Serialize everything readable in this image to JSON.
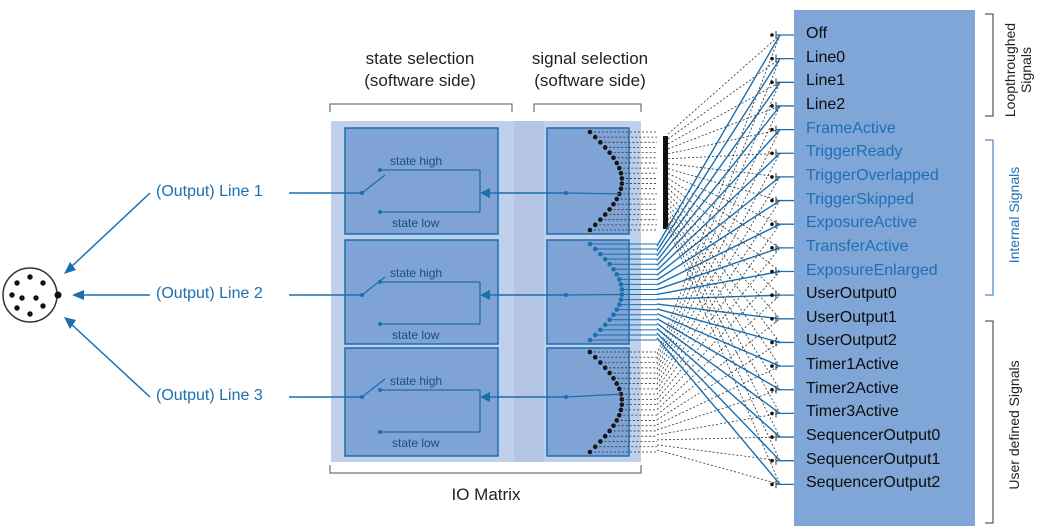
{
  "headers": {
    "state_selection": [
      "state selection",
      "(software side)"
    ],
    "signal_selection": [
      "signal selection",
      "(software side)"
    ],
    "io_matrix": "IO Matrix"
  },
  "output_lines": [
    "(Output) Line 1",
    "(Output) Line 2",
    "(Output) Line 3"
  ],
  "state_labels": {
    "high": "state high",
    "low": "state low"
  },
  "signals": [
    {
      "label": "Off",
      "group": "loop"
    },
    {
      "label": "Line0",
      "group": "loop"
    },
    {
      "label": "Line1",
      "group": "loop"
    },
    {
      "label": "Line2",
      "group": "loop"
    },
    {
      "label": "FrameActive",
      "group": "internal"
    },
    {
      "label": "TriggerReady",
      "group": "internal"
    },
    {
      "label": "TriggerOverlapped",
      "group": "internal"
    },
    {
      "label": "TriggerSkipped",
      "group": "internal"
    },
    {
      "label": "ExposureActive",
      "group": "internal"
    },
    {
      "label": "TransferActive",
      "group": "internal"
    },
    {
      "label": "ExposureEnlarged",
      "group": "internal"
    },
    {
      "label": "UserOutput0",
      "group": "user"
    },
    {
      "label": "UserOutput1",
      "group": "user"
    },
    {
      "label": "UserOutput2",
      "group": "user"
    },
    {
      "label": "Timer1Active",
      "group": "user"
    },
    {
      "label": "Timer2Active",
      "group": "user"
    },
    {
      "label": "Timer3Active",
      "group": "user"
    },
    {
      "label": "SequencerOutput0",
      "group": "user"
    },
    {
      "label": "SequencerOutput1",
      "group": "user"
    },
    {
      "label": "SequencerOutput2",
      "group": "user"
    }
  ],
  "groups": {
    "loop": [
      "Loopthroughed",
      "Signals"
    ],
    "internal": "Internal Signals",
    "user": "User defined Signals"
  },
  "colors": {
    "blue": "#1a6fb0",
    "panel": "#7fa6d6",
    "matrix_bg": "#c1d0ea",
    "box": "#7ea3d4"
  }
}
